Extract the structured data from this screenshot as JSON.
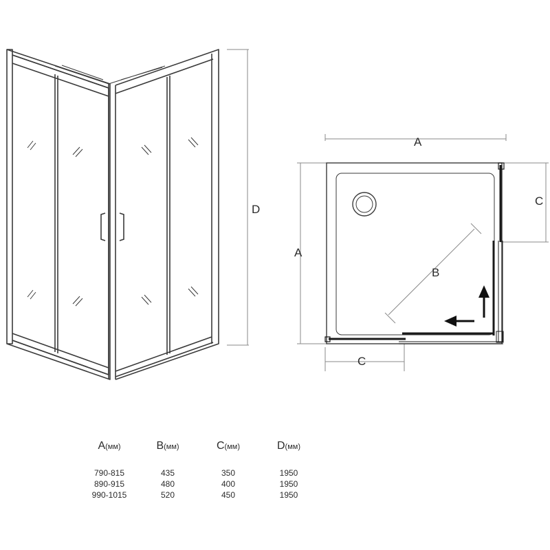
{
  "labels": {
    "front_height": "D",
    "plan_width": "A",
    "plan_depth": "A",
    "plan_opening_right": "C",
    "plan_opening_bottom": "C",
    "plan_diagonal": "B"
  },
  "table": {
    "headers": [
      {
        "letter": "A",
        "unit": "(мм)"
      },
      {
        "letter": "B",
        "unit": "(мм)"
      },
      {
        "letter": "C",
        "unit": "(мм)"
      },
      {
        "letter": "D",
        "unit": "(мм)"
      }
    ],
    "rows": [
      [
        "790-815",
        "435",
        "350",
        "1950"
      ],
      [
        "890-915",
        "480",
        "400",
        "1950"
      ],
      [
        "990-1015",
        "520",
        "450",
        "1950"
      ]
    ]
  },
  "colors": {
    "line": "#3a3a3a",
    "profile": "#1a1a1a",
    "text": "#2b2b2b"
  },
  "icons": {
    "left_arrow": "arrow-left-icon",
    "up_arrow": "arrow-up-icon",
    "drain": "drain-icon"
  }
}
